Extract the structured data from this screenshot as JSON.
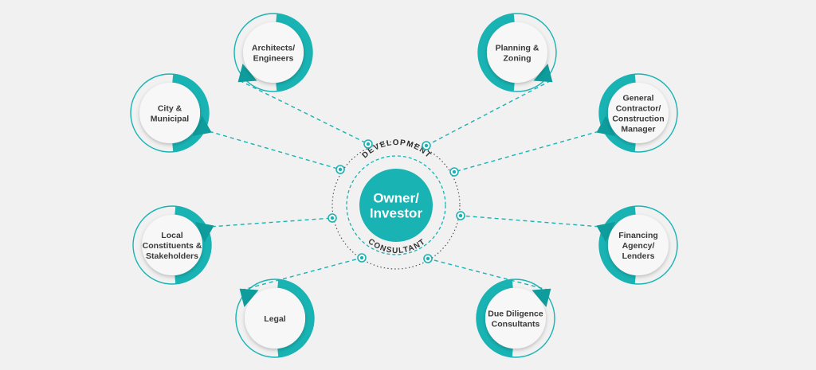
{
  "colors": {
    "accent": "#19b3b3",
    "accent_dark": "#0f9c9c",
    "background": "#f1f1f1",
    "node_fill": "#f7f7f7",
    "text": "#3a3a3a"
  },
  "center": {
    "lines": [
      "Owner/",
      "Investor"
    ],
    "ring_top": "DEVELOPMENT",
    "ring_bottom": "CONSULTANT"
  },
  "nodes": [
    {
      "id": "architects-engineers",
      "lines": [
        "Architects/",
        "Engineers"
      ]
    },
    {
      "id": "planning-zoning",
      "lines": [
        "Planning &",
        "Zoning"
      ]
    },
    {
      "id": "city-municipal",
      "lines": [
        "City &",
        "Municipal"
      ]
    },
    {
      "id": "general-contractor",
      "lines": [
        "General",
        "Contractor/",
        "Construction",
        "Manager"
      ]
    },
    {
      "id": "local-constituents",
      "lines": [
        "Local",
        "Constituents &",
        "Stakeholders"
      ]
    },
    {
      "id": "financing-agency",
      "lines": [
        "Financing",
        "Agency/",
        "Lenders"
      ]
    },
    {
      "id": "legal",
      "lines": [
        "Legal"
      ]
    },
    {
      "id": "due-diligence",
      "lines": [
        "Due Diligence",
        "Consultants"
      ]
    }
  ]
}
